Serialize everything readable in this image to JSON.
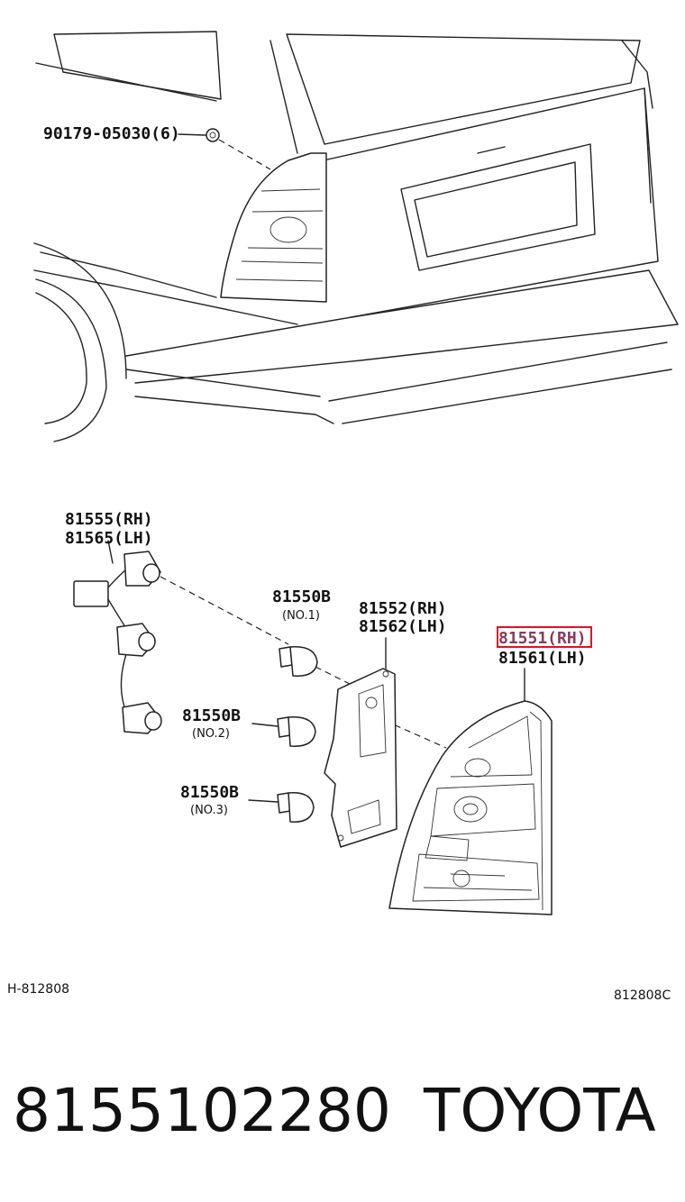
{
  "labels": {
    "bolt": "90179-05030(6)",
    "socket_rh": "81555(RH)",
    "socket_lh": "81565(LH)",
    "bulb1_code": "81550B",
    "bulb1_sub": "(NO.1)",
    "bulb2_code": "81550B",
    "bulb2_sub": "(NO.2)",
    "bulb3_code": "81550B",
    "bulb3_sub": "(NO.3)",
    "gasket_rh": "81552(RH)",
    "gasket_lh": "81562(LH)",
    "lamp_rh": "81551(RH)",
    "lamp_lh": "81561(LH)"
  },
  "codes": {
    "left": "H-812808",
    "right": "812808C"
  },
  "footer": {
    "part_number": "8155102280",
    "brand": "TOYOTA"
  },
  "colors": {
    "highlight_box": "#e0102a"
  }
}
